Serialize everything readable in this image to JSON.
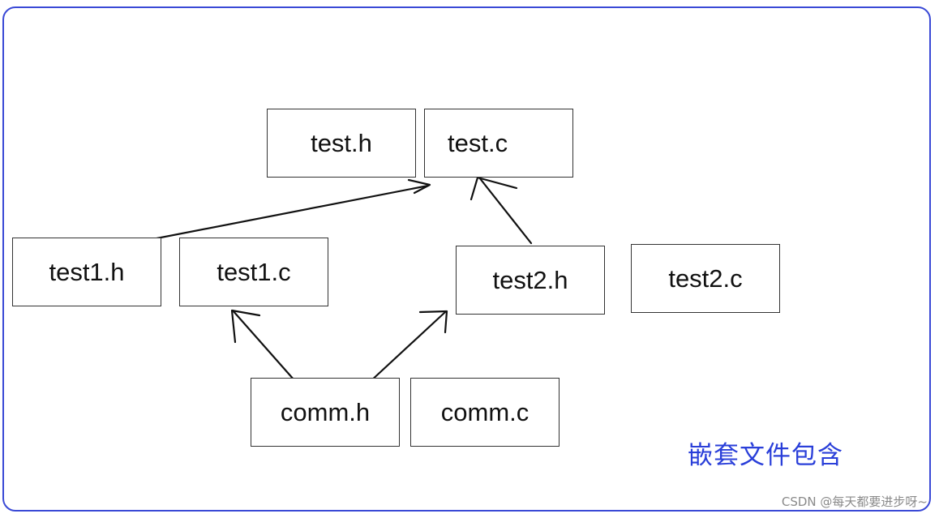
{
  "diagram": {
    "files": {
      "test_h": "test.h",
      "test_c": "test.c",
      "test1_h": "test1.h",
      "test1_c": "test1.c",
      "test2_h": "test2.h",
      "test2_c": "test2.c",
      "comm_h": "comm.h",
      "comm_c": "comm.c"
    },
    "caption": "嵌套文件包含",
    "watermark": "CSDN @每天都要进步呀~",
    "colors": {
      "frame": "#3a49d6",
      "caption": "#2a3fd9",
      "box_border": "#333333",
      "arrow": "#111111",
      "watermark": "#8a8a8a"
    }
  }
}
